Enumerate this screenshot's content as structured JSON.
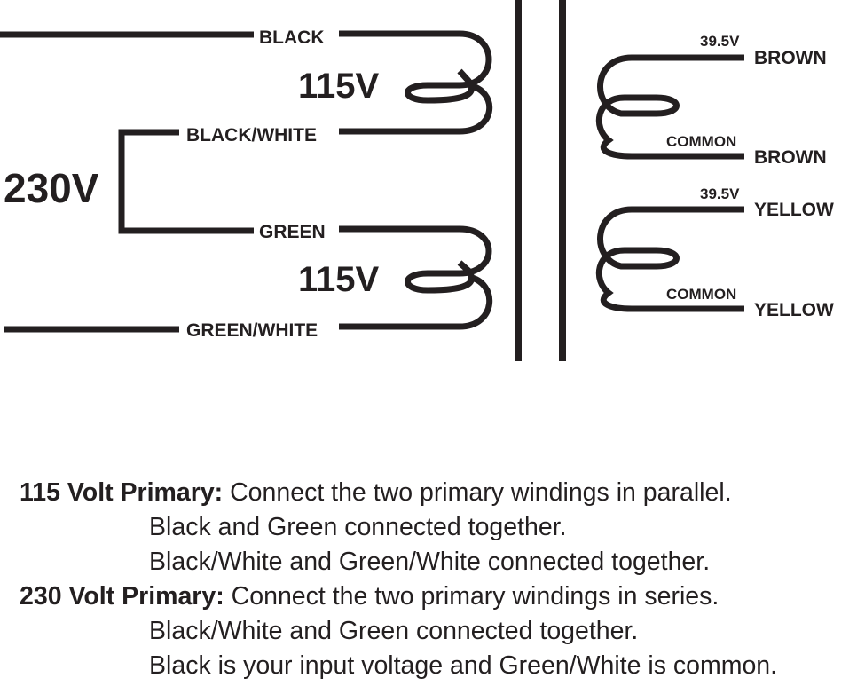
{
  "diagram": {
    "primary": {
      "wire_labels": {
        "black": "BLACK",
        "black_white": "BLACK/WHITE",
        "green": "GREEN",
        "green_white": "GREEN/WHITE"
      },
      "winding_top_voltage": "115V",
      "winding_bottom_voltage": "115V",
      "series_voltage": "230V"
    },
    "secondary": {
      "upper": {
        "voltage": "39.5V",
        "tap": "COMMON",
        "wire_top": "BROWN",
        "wire_bottom": "BROWN"
      },
      "lower": {
        "voltage": "39.5V",
        "tap": "COMMON",
        "wire_top": "YELLOW",
        "wire_bottom": "YELLOW"
      }
    }
  },
  "notes": {
    "p115": {
      "heading": "115 Volt Primary:",
      "text": " Connect the two primary windings in parallel.",
      "line2": "Black and Green connected together.",
      "line3": "Black/White and Green/White connected together."
    },
    "p230": {
      "heading": "230 Volt Primary:",
      "text": " Connect the two primary windings in series.",
      "line2": "Black/White and Green connected together.",
      "line3": "Black is your input voltage and Green/White is common."
    }
  }
}
